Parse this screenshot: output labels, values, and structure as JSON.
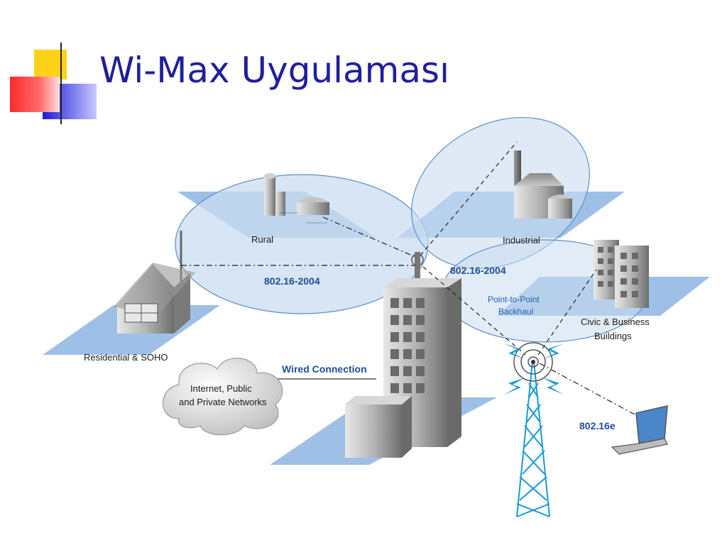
{
  "slide": {
    "title": "Wi-Max Uygulaması"
  },
  "diagram": {
    "labels": {
      "rural": "Rural",
      "industrial": "Industrial",
      "residential": "Residential & SOHO",
      "civic_line1": "Civic & Business",
      "civic_line2": "Buildings",
      "standard_left": "802.16-2004",
      "standard_right": "802.16-2004",
      "p2p_line1": "Point-to-Point",
      "p2p_line2": "Backhaul",
      "wired": "Wired Connection",
      "cloud_line1": "Internet, Public",
      "cloud_line2": "and Private Networks",
      "mobile": "802.16e"
    }
  },
  "colors": {
    "title": "#1f1f9c",
    "coverage_fill": "#c9dcf0",
    "coverage_stroke": "#5f8fc6",
    "ground": "#9fc0e6",
    "signal": "#1a9ad6",
    "label_blue": "#1f4e96"
  }
}
